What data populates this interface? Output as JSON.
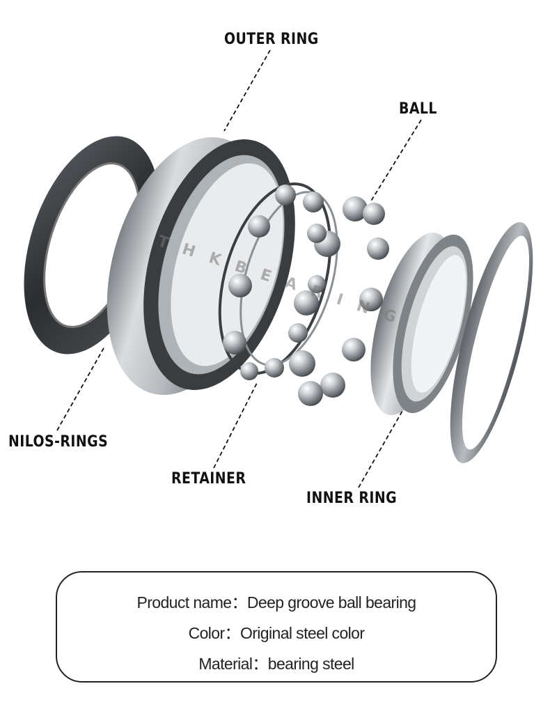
{
  "labels": {
    "outer_ring": "OUTER RING",
    "ball": "BALL",
    "nilos_rings": "NILOS-RINGS",
    "retainer": "RETAINER",
    "inner_ring": "INNER RING"
  },
  "watermark": "THKBEARING",
  "info": {
    "product_name": "Product name：Deep groove ball bearing",
    "color": "Color：Original steel color",
    "material": "Material：bearing steel"
  },
  "colors": {
    "steel_light": "#d9dde0",
    "steel_mid": "#9aa0a5",
    "steel_dark": "#3a3d40",
    "shield_dark": "#2b2d30"
  }
}
